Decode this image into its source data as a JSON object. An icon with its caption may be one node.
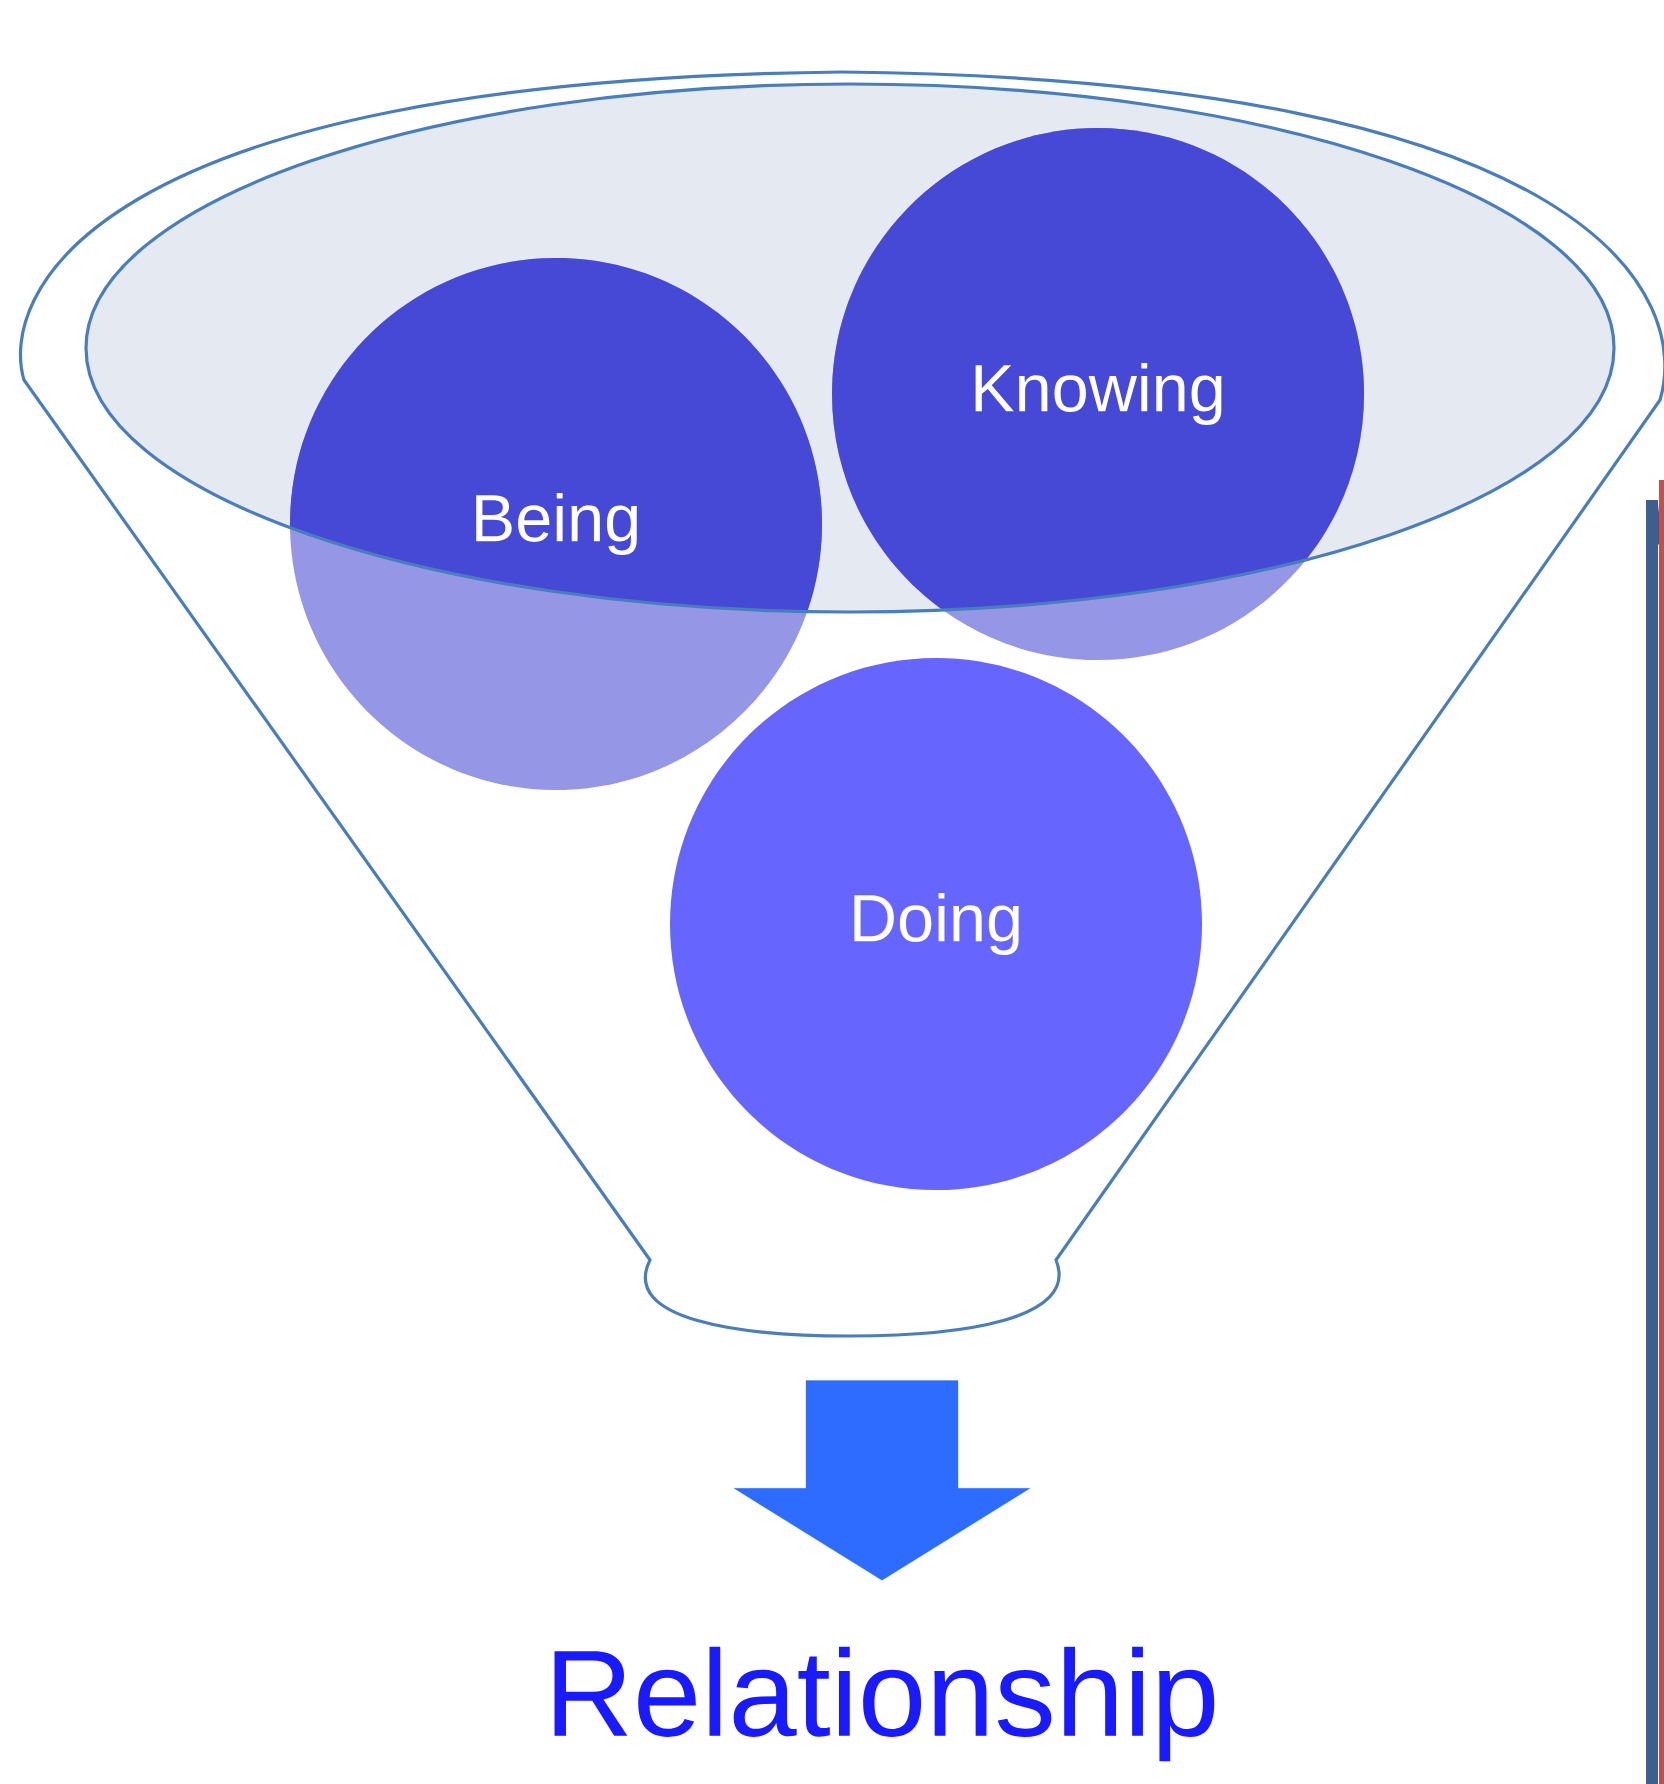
{
  "diagram": {
    "nodes": [
      {
        "text": [],
        "shape": "funnel"
      },
      {
        "text": [
          "Being"
        ],
        "in": 0
      },
      {
        "text": [
          "Knowing"
        ],
        "in": 0
      },
      {
        "text": [
          "Doing"
        ],
        "in": 0
      },
      {
        "text": [
          "Relationship"
        ]
      }
    ],
    "edges": [
      {
        "from": 0,
        "to": 4,
        "arrow": "to"
      }
    ]
  }
}
